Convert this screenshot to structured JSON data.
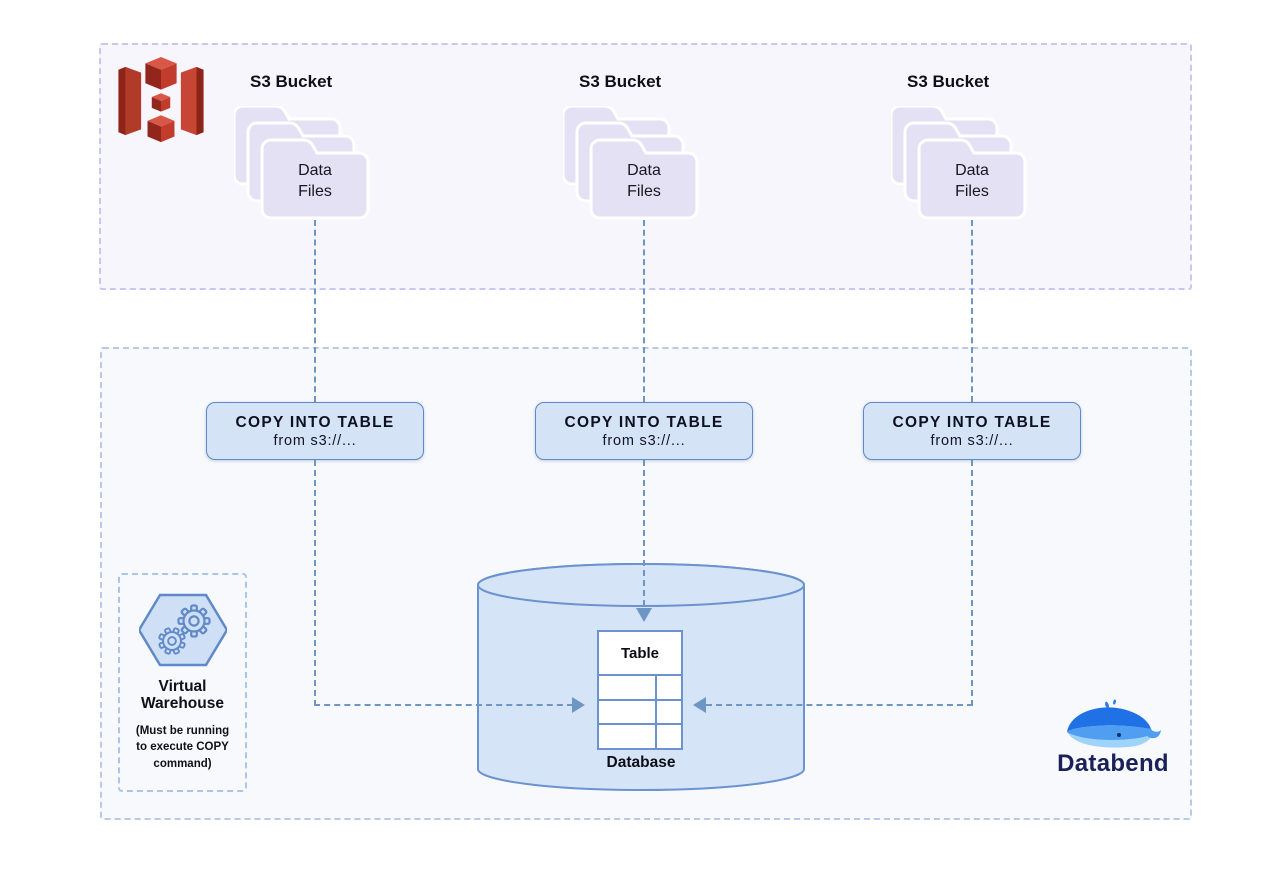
{
  "colors": {
    "panel_top_bg": "#f8f6fd",
    "panel_top_border": "#c7c7ef",
    "panel_bottom_bg": "#f7f9fd",
    "panel_bottom_border": "#b9c9e6",
    "folder_fill": "#e4e1f4",
    "node_fill": "#d5e3f7",
    "node_border": "#5f88c9",
    "connector_blue": "#6e96c4",
    "s3_red": "#c64534",
    "databend_navy": "#1b2158",
    "text_dark": "#10101a"
  },
  "icons": {
    "s3_bucket": "aws-s3-red-bucket-icon",
    "folder_stack": "stacked-folders-icon",
    "virtual_warehouse": "hexagon-with-gears-icon",
    "database": "blue-cylinder-shape",
    "databend": "blue-whale-logo",
    "connectors": "dashed-arrow-lines"
  },
  "s3_groups": [
    {
      "label": "S3 Bucket",
      "files_label": "Data\nFiles"
    },
    {
      "label": "S3 Bucket",
      "files_label": "Data\nFiles"
    },
    {
      "label": "S3 Bucket",
      "files_label": "Data\nFiles"
    }
  ],
  "copy_nodes": [
    {
      "title": "COPY INTO TABLE",
      "subtitle": "from s3://..."
    },
    {
      "title": "COPY INTO TABLE",
      "subtitle": "from s3://..."
    },
    {
      "title": "COPY INTO TABLE",
      "subtitle": "from s3://..."
    }
  ],
  "warehouse": {
    "title": "Virtual Warehouse",
    "note": "(Must be running to execute COPY command)"
  },
  "database": {
    "table_label": "Table",
    "label": "Database"
  },
  "brand": {
    "name": "Databend"
  }
}
